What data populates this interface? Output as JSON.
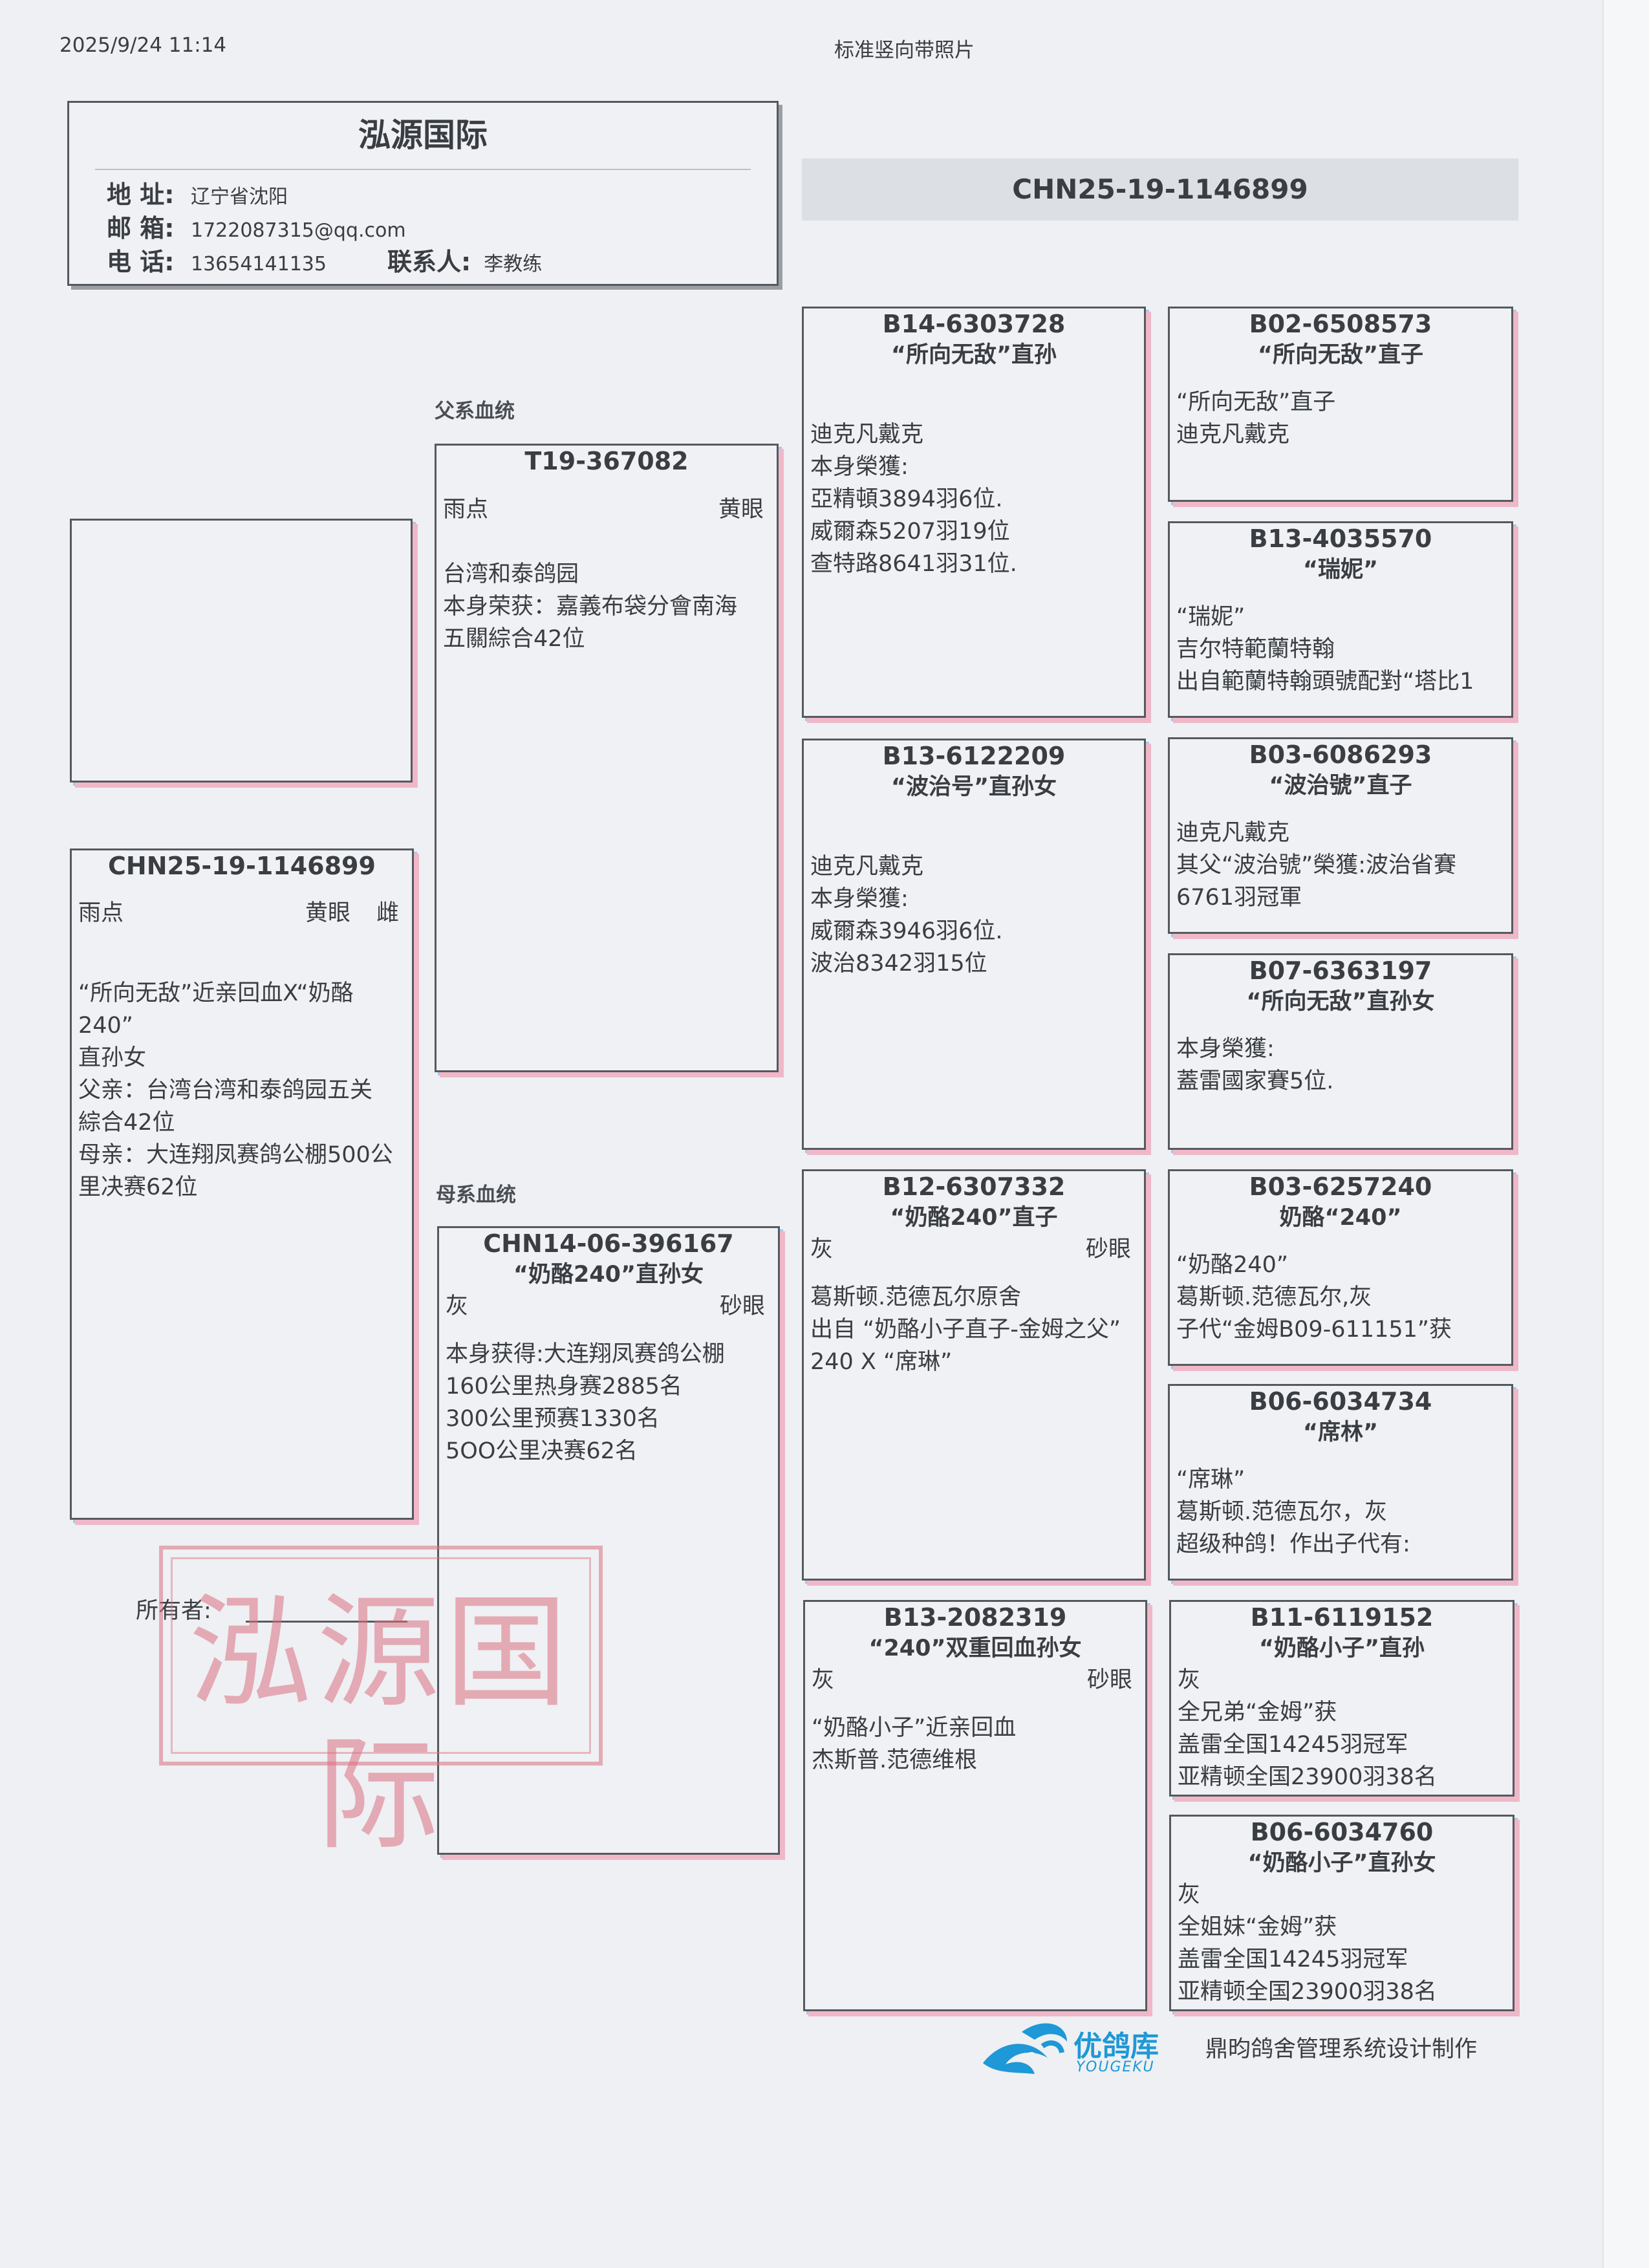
{
  "header": {
    "datetime": "2025/9/24 11:14",
    "title": "标准竖向带照片"
  },
  "loft": {
    "name": "泓源国际",
    "address_label": "地 址:",
    "address": "辽宁省沈阳",
    "email_label": "邮 箱:",
    "email": "1722087315@qq.com",
    "phone_label": "电 话:",
    "phone": "13654141135",
    "contact_label": "联系人:",
    "contact": "李教练"
  },
  "ring_banner": "CHN25-19-1146899",
  "labels": {
    "sire_line": "父系血统",
    "dam_line": "母系血统",
    "owner": "所有者:"
  },
  "stamp": {
    "text": "泓源国际"
  },
  "subject": {
    "ring": "CHN25-19-1146899",
    "color": "雨点",
    "eye": "黄眼",
    "sex": "雌",
    "note": "“所向无敌”近亲回血X“奶酪240”\n直孙女\n父亲：台湾台湾和泰鸽园五关\n綜合42位\n母亲：大连翔凤赛鸽公棚500公\n里决赛62位"
  },
  "sire": {
    "ring": "T19-367082",
    "color": "雨点",
    "eye": "黄眼",
    "note": "台湾和泰鸽园\n本身荣获：嘉義布袋分會南海\n五關綜合42位"
  },
  "dam": {
    "ring": "CHN14-06-396167",
    "title": "“奶酪240”直孙女",
    "color": "灰",
    "eye": "砂眼",
    "note": "本身获得:大连翔凤赛鸽公棚\n160公里热身赛2885名\n300公里预赛1330名\n5OO公里决赛62名"
  },
  "gp": [
    {
      "ring": "B14-6303728",
      "title": "“所向无敌”直孙",
      "color": "",
      "eye": "",
      "note": "迪克凡戴克\n本身榮獲:\n亞精頓3894羽6位.\n威爾森5207羽19位\n查特路8641羽31位."
    },
    {
      "ring": "B13-6122209",
      "title": "“波治号”直孙女",
      "color": "",
      "eye": "",
      "note": "迪克凡戴克\n本身榮獲:\n威爾森3946羽6位.\n波治8342羽15位"
    },
    {
      "ring": "B12-6307332",
      "title": "“奶酪240”直子",
      "color": "灰",
      "eye": "砂眼",
      "note": "葛斯顿.范德瓦尔原舍\n出自 “奶酪小子直子-金姆之父”\n240 X “席琳”"
    },
    {
      "ring": "B13-2082319",
      "title": "“240”双重回血孙女",
      "color": "灰",
      "eye": "砂眼",
      "note": "“奶酪小子”近亲回血\n杰斯普.范德维根"
    }
  ],
  "ggp": [
    {
      "ring": "B02-6508573",
      "title": "“所向无敌”直子",
      "color": "",
      "note": "“所向无敌”直子\n迪克凡戴克"
    },
    {
      "ring": "B13-4035570",
      "title": "“瑞妮”",
      "color": "",
      "note": "“瑞妮”\n吉尔特範蘭特翰\n出自範蘭特翰頭號配對“塔比1"
    },
    {
      "ring": "B03-6086293",
      "title": "“波治號”直子",
      "color": "",
      "note": "迪克凡戴克\n其父“波治號”榮獲:波治省賽\n6761羽冠軍"
    },
    {
      "ring": "B07-6363197",
      "title": "“所向无敌”直孙女",
      "color": "",
      "note": "本身榮獲:\n蓋雷國家賽5位."
    },
    {
      "ring": "B03-6257240",
      "title": "奶酪“240”",
      "color": "",
      "note": "“奶酪240”\n葛斯顿.范德瓦尔,灰\n子代“金姆B09-611151”获"
    },
    {
      "ring": "B06-6034734",
      "title": "“席林”",
      "color": "",
      "note": "“席琳”\n葛斯顿.范德瓦尔，灰\n超级种鸽！作出子代有:"
    },
    {
      "ring": "B11-6119152",
      "title": "“奶酪小子”直孙",
      "color": "灰",
      "note": "全兄弟“金姆”获\n盖雷全国14245羽冠军\n亚精顿全国23900羽38名"
    },
    {
      "ring": "B06-6034760",
      "title": "“奶酪小子”直孙女",
      "color": "灰",
      "note": "全姐妹“金姆”获\n盖雷全国14245羽冠军\n亚精顿全国23900羽38名"
    }
  ],
  "footer": {
    "logo_icon": "wave-bird-logo-icon",
    "logo_name": "优鸽库",
    "logo_en": "YOUGEKU",
    "maker": "鼎昀鸽舍管理系统设计制作"
  }
}
